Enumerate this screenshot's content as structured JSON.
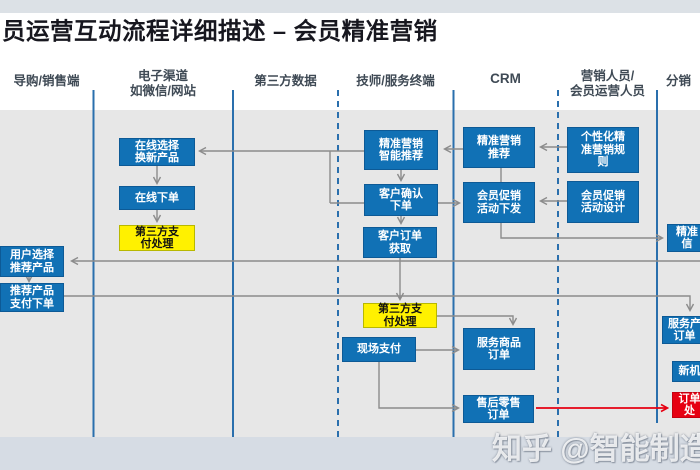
{
  "title": "员运营互动流程详细描述 – 会员精准营销",
  "watermark": "知乎 @智能制造数",
  "colors": {
    "box_blue": "#1171b5",
    "box_blue_border": "#0d5a96",
    "box_yellow": "#fff100",
    "box_red": "#e60012",
    "lane_line_blue": "#2a6fad",
    "connector_gray": "#8c8c8c",
    "red_arrow": "#e60012",
    "canvas_gray": "#e7e7e7",
    "top_band": "#dce1e6",
    "bottom_band": "#d6dce4",
    "header_text": "#3f4a55"
  },
  "columns": [
    {
      "label": "导购/销售端"
    },
    {
      "label": "电子渠道\n如微信/网站"
    },
    {
      "label": "第三方数据"
    },
    {
      "label": "技师/服务终端"
    },
    {
      "label": "CRM"
    },
    {
      "label": "营销人员/\n会员运营人员"
    },
    {
      "label": "分销"
    }
  ],
  "nodes": {
    "user_select_product": {
      "label": "用户选择\n推荐产品"
    },
    "recommend_pay_order": {
      "label": "推荐产品\n支付下单"
    },
    "online_select_renew": {
      "label": "在线选择\n换新产品"
    },
    "online_order": {
      "label": "在线下单"
    },
    "third_party_pay_web": {
      "label": "第三方支\n付处理"
    },
    "precise_smart_recommend": {
      "label": "精准营销\n智能推荐"
    },
    "customer_confirm_order": {
      "label": "客户确认\n下单"
    },
    "customer_order_fetch": {
      "label": "客户订单\n获取"
    },
    "third_party_pay_tech": {
      "label": "第三方支\n付处理"
    },
    "onsite_pay": {
      "label": "现场支付"
    },
    "precise_recommend_crm": {
      "label": "精准营销\n推荐"
    },
    "member_promo_dispatch": {
      "label": "会员促销\n活动下发"
    },
    "service_goods_order": {
      "label": "服务商品\n订单"
    },
    "aftersale_retail_order": {
      "label": "售后零售\n订单"
    },
    "personal_precise_rule": {
      "label": "个性化精\n准营销规\n则"
    },
    "member_promo_design": {
      "label": "会员促销\n活动设计"
    },
    "precise_info_dist": {
      "label": "精准\n信"
    },
    "service_product_order": {
      "label": "服务产\n订单"
    },
    "new_machine": {
      "label": "新机"
    },
    "order_handle": {
      "label": "订单\n处"
    }
  }
}
